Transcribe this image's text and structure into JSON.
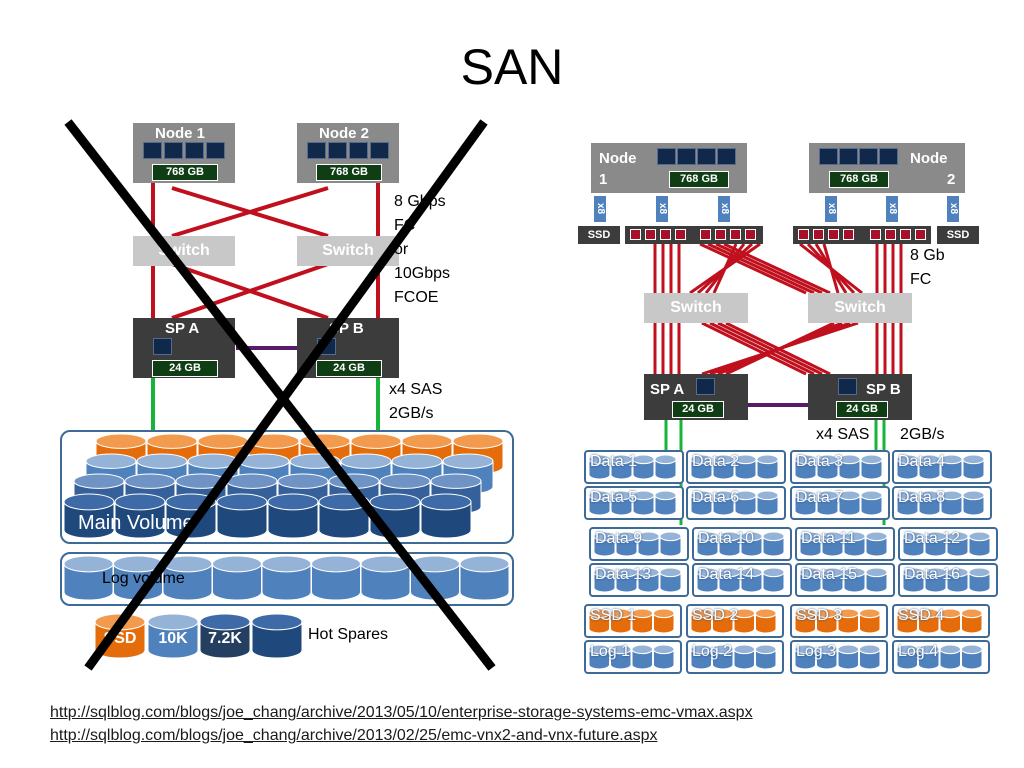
{
  "title": "SAN",
  "left": {
    "node1": "Node 1",
    "node2": "Node 2",
    "node_mem": "768 GB",
    "switch": "Switch",
    "spa": "SP A",
    "spb": "SP B",
    "sp_mem": "24 GB",
    "fc_note": [
      "8 Gbps",
      "FC",
      "or",
      "10Gbps",
      "FCOE"
    ],
    "sas_note": [
      "x4 SAS",
      "2GB/s"
    ],
    "main_volume": "Main Volume",
    "log_volume": "Log volume",
    "legend": [
      "SSD",
      "10K",
      "7.2K"
    ],
    "hot_spares": "Hot Spares",
    "colors": {
      "red": "#c0101e",
      "green": "#18b43a",
      "purple": "#5a1a6a",
      "orange": "#e46c0a",
      "blue": "#4f81bd",
      "navy": "#1f497d"
    }
  },
  "right": {
    "node1_a": "Node",
    "node1_b": "1",
    "node2_a": "Node",
    "node2_b": "2",
    "node_mem": "768 GB",
    "x8": "x8",
    "ssd": "SSD",
    "fc_note": [
      "8 Gb",
      "FC"
    ],
    "switch": "Switch",
    "spa": "SP A",
    "spb": "SP B",
    "sp_mem": "24 GB",
    "sas_note": "x4 SAS",
    "sas_speed": "2GB/s",
    "data_rows": [
      [
        "Data 1",
        "Data 2",
        "Data 3",
        "Data 4"
      ],
      [
        "Data 5",
        "Data 6",
        "Data 7",
        "Data 8"
      ],
      [
        "Data 9",
        "Data 10",
        "Data 11",
        "Data 12"
      ],
      [
        "Data 13",
        "Data 14",
        "Data 15",
        "Data 16"
      ]
    ],
    "ssd_row": [
      "SSD 1",
      "SSD 2",
      "SSD 3",
      "SSD 4"
    ],
    "log_row": [
      "Log 1",
      "Log 2",
      "Log 3",
      "Log 4"
    ]
  },
  "links": [
    "http://sqlblog.com/blogs/joe_chang/archive/2013/05/10/enterprise-storage-systems-emc-vmax.aspx",
    "http://sqlblog.com/blogs/joe_chang/archive/2013/02/25/emc-vnx2-and-vnx-future.aspx"
  ]
}
